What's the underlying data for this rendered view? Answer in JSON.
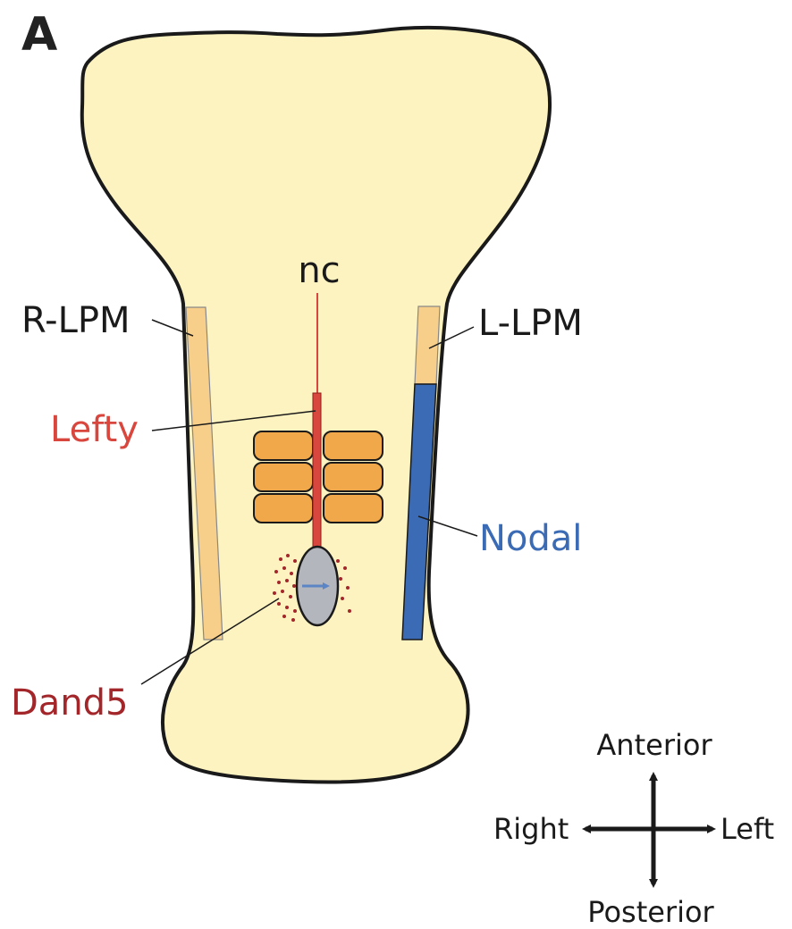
{
  "panel_label": "A",
  "labels": {
    "nc": "nc",
    "r_lpm": "R-LPM",
    "l_lpm": "L-LPM",
    "lefty": "Lefty",
    "nodal": "Nodal",
    "dand5": "Dand5"
  },
  "compass": {
    "anterior": "Anterior",
    "posterior": "Posterior",
    "right": "Right",
    "left": "Left"
  },
  "colors": {
    "embryo_fill": "#fdf3c0",
    "outline": "#1a1a1a",
    "lpm": "#f7cf8a",
    "nodal": "#3b6bb5",
    "lefty": "#d9463e",
    "dand5": "#a3262a",
    "somite": "#f0a84a",
    "node": "#b4b6be",
    "flow_arrow": "#5b85c4"
  }
}
